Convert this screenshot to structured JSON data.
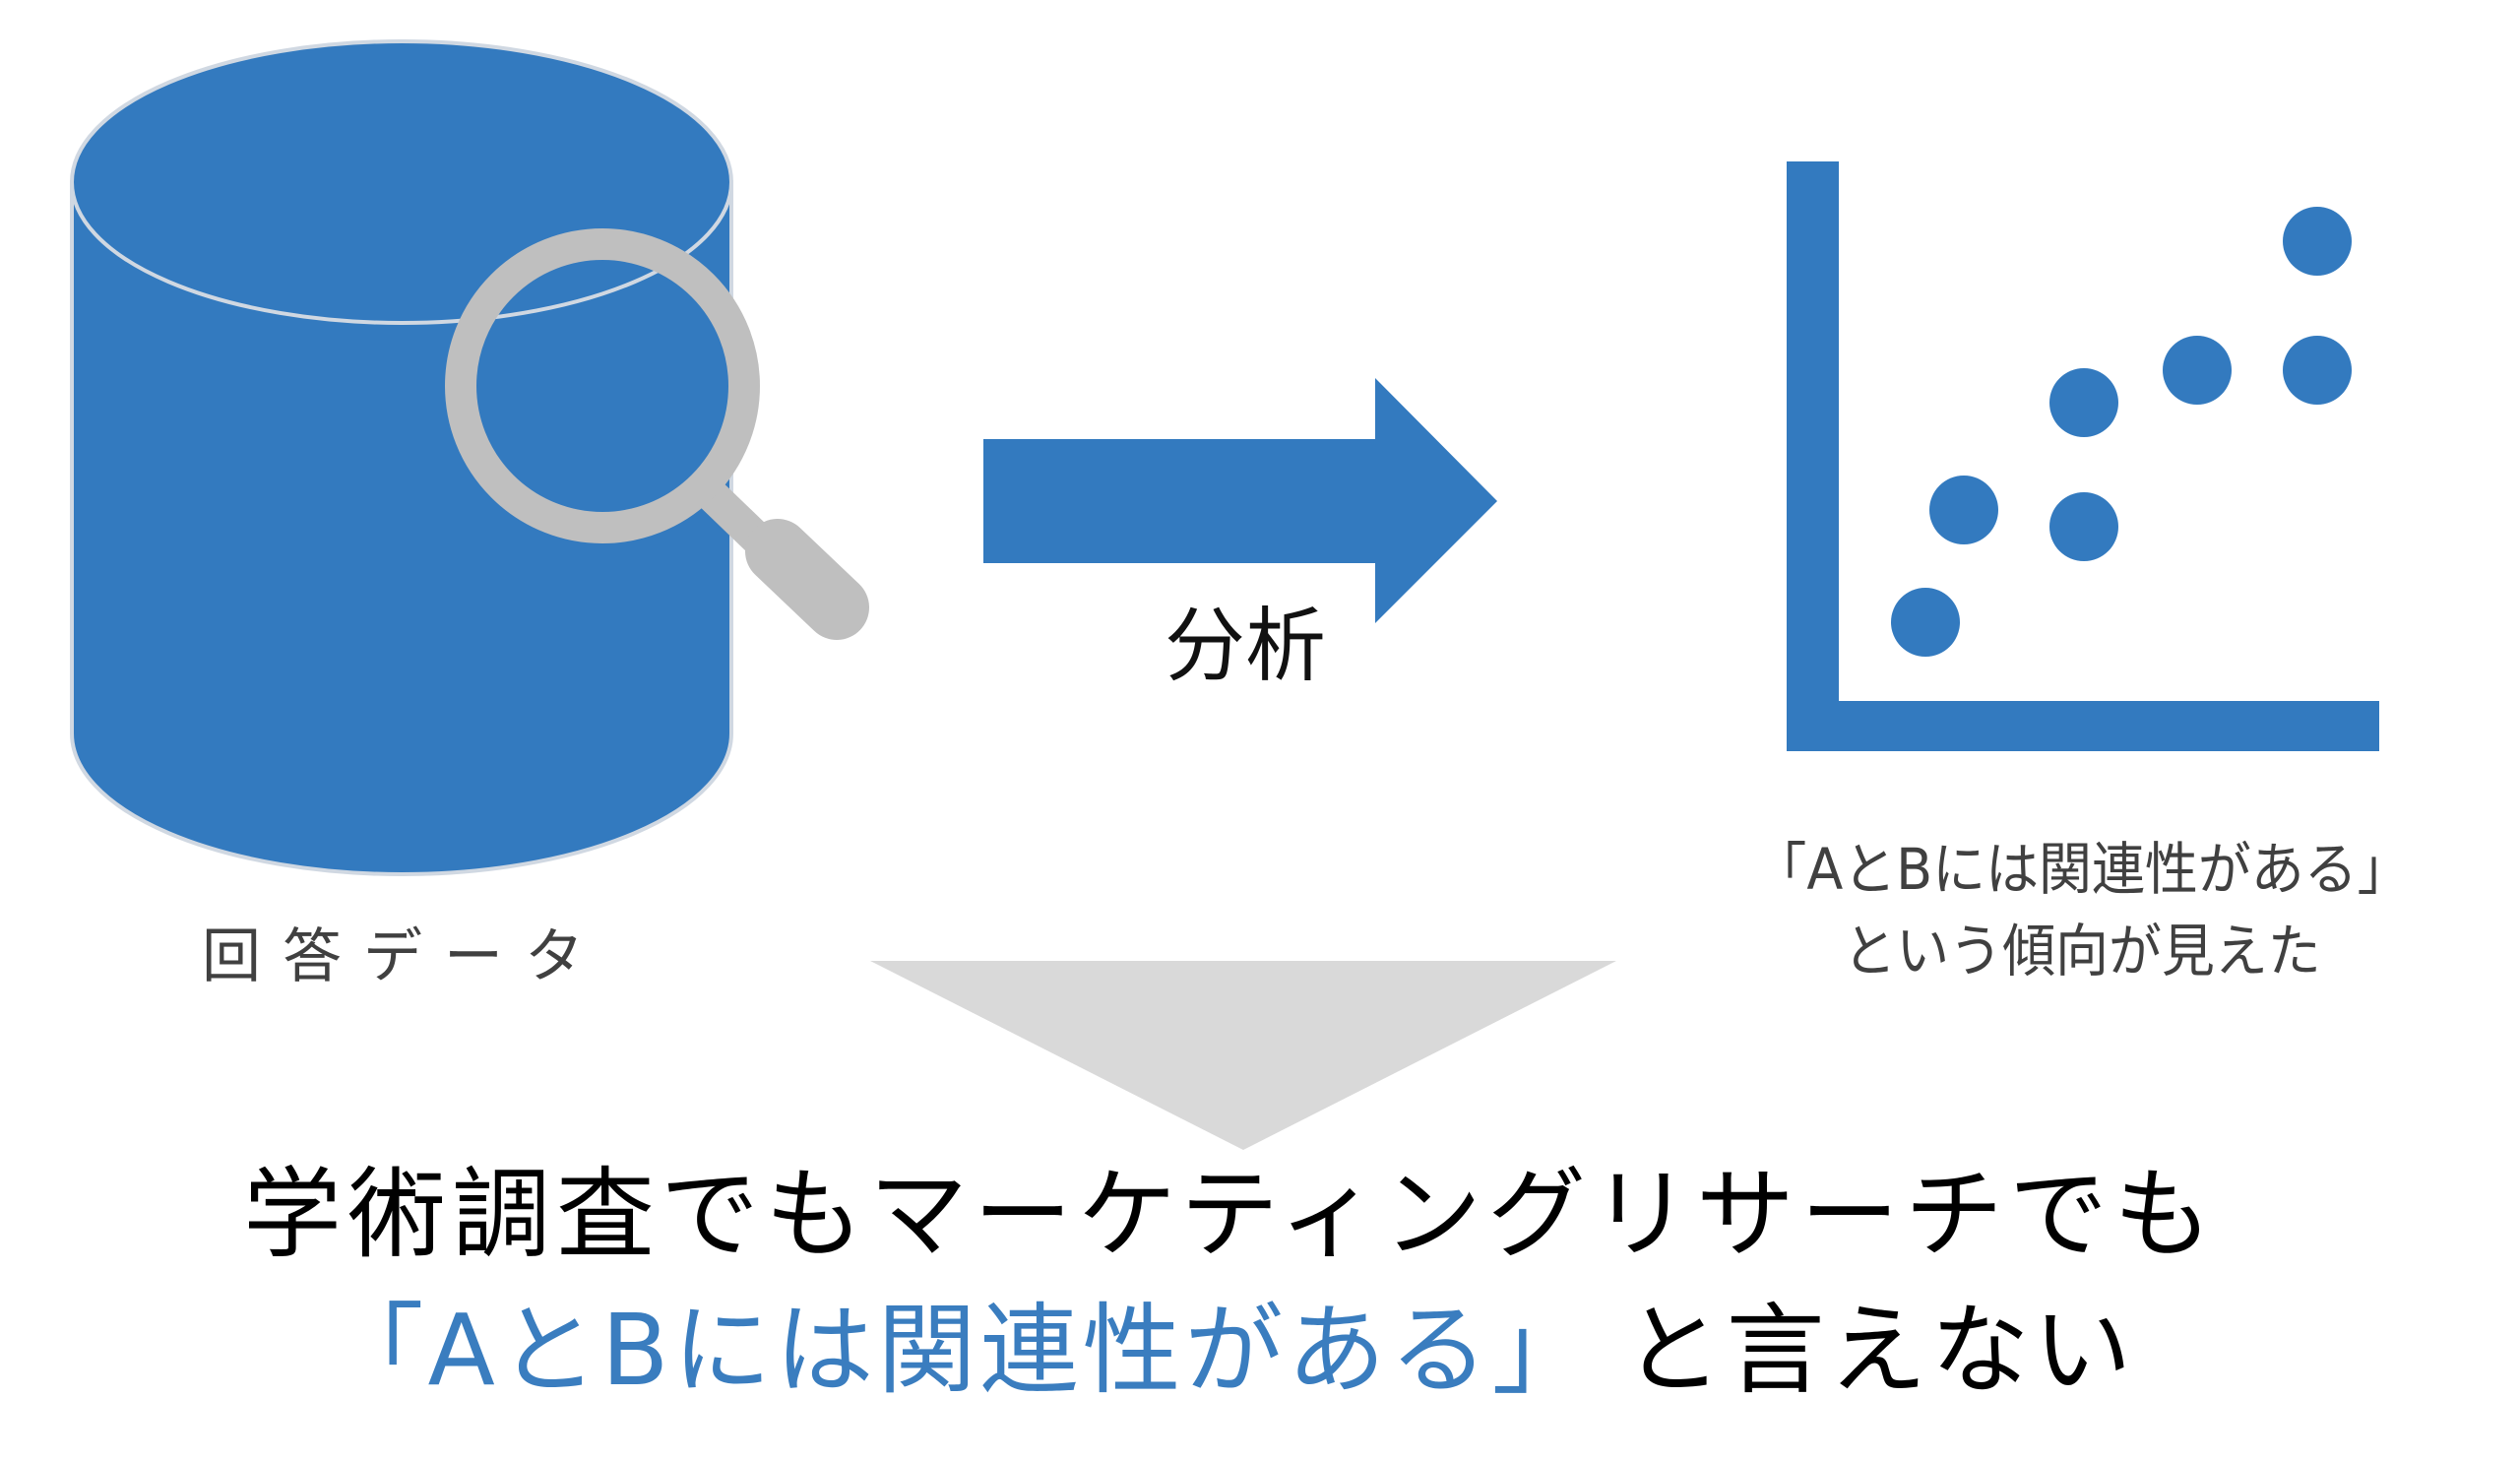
{
  "colors": {
    "primary_blue": "#337abf",
    "outline": "#d0d8e2",
    "magnifier_gray": "#bfbfbf",
    "down_arrow_gray": "#d9d9d9",
    "text_dark": "#404040",
    "text_black": "#000000",
    "highlight_blue": "#3a7dbf"
  },
  "left": {
    "icon": "database-cylinder-with-magnifier",
    "label": "回答データ"
  },
  "middle": {
    "icon": "right-arrow",
    "label": "分析"
  },
  "right": {
    "icon": "scatter-plot",
    "finding_line1": "「AとBには関連性がある」",
    "finding_line2": "という傾向が見えた"
  },
  "down_arrow": {
    "icon": "down-triangle"
  },
  "conclusion": {
    "line1": "学術調査でもマーケティングリサーチでも",
    "line2_highlight": "「AとBには関連性がある」",
    "line2_rest": "と言えない"
  },
  "chart_data": {
    "type": "scatter",
    "title": "",
    "xlabel": "",
    "ylabel": "",
    "grid": false,
    "note": "Illustrative scatter icon showing positive correlation; no axis ticks or numeric labels shown. Values are relative positions (0-10 scale).",
    "points": [
      {
        "x": 1.0,
        "y": 1.4
      },
      {
        "x": 1.4,
        "y": 2.7
      },
      {
        "x": 2.7,
        "y": 2.9
      },
      {
        "x": 2.7,
        "y": 4.0
      },
      {
        "x": 4.0,
        "y": 4.4
      },
      {
        "x": 5.3,
        "y": 4.4
      },
      {
        "x": 5.3,
        "y": 5.9
      }
    ],
    "xlim": [
      0,
      6.5
    ],
    "ylim": [
      0,
      6.9
    ]
  }
}
